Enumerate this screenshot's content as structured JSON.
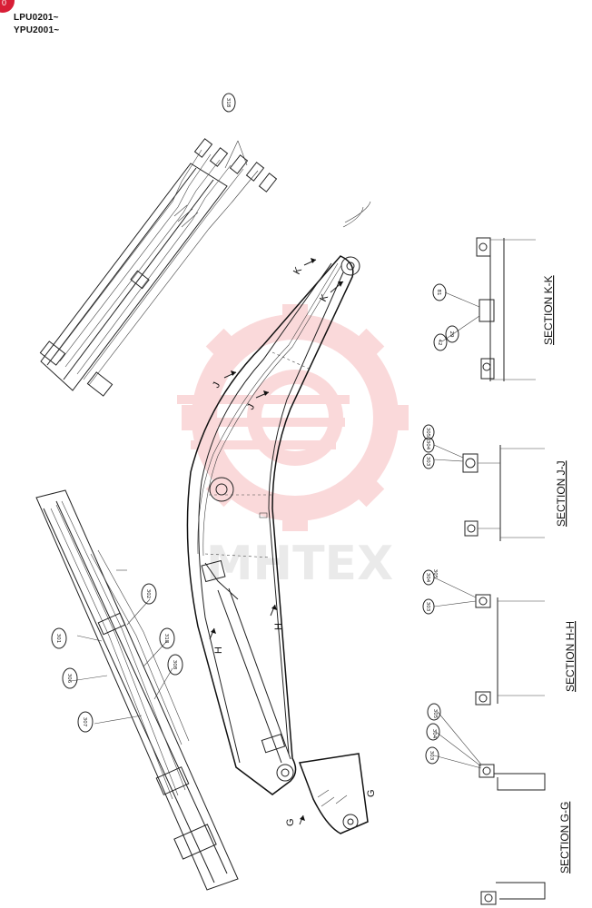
{
  "header": {
    "badge_text": "0",
    "serials": [
      "LPU0201~",
      "YPU2001~"
    ]
  },
  "watermark": {
    "text": "MHTEX",
    "color": "#e8333a"
  },
  "sections": {
    "kk": "SECTION K-K",
    "jj": "SECTION J-J",
    "hh": "SECTION  H-H",
    "gg": "SECTION G-G"
  },
  "section_marks": {
    "k": "K",
    "j": "J",
    "h": "H",
    "g": "G"
  },
  "callouts": {
    "top_detail": "318",
    "kk_a": "81",
    "kk_b": "42",
    "kk_c": "29",
    "jj_303": "303",
    "jj_304": "304",
    "jj_305": "305",
    "hh_303": "303",
    "hh_304": "304",
    "hh_305": "305",
    "gg_303": "303",
    "gg_304": "304",
    "gg_305": "305",
    "ld_301": "301",
    "ld_302": "302",
    "ld_306": "306",
    "ld_307": "307",
    "ld_308": "308",
    "ld_318": "318"
  }
}
